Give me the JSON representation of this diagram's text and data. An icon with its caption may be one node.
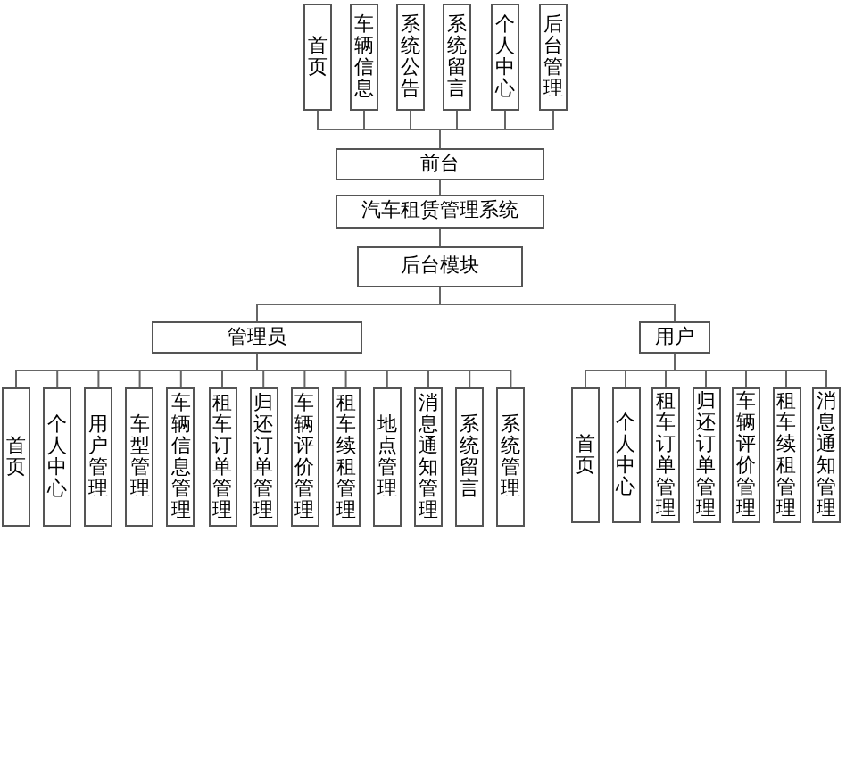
{
  "diagram": {
    "nodes": [
      {
        "text": [
          "首页"
        ]
      },
      {
        "text": [
          "车辆信息"
        ]
      },
      {
        "text": [
          "系统公告"
        ]
      },
      {
        "text": [
          "系统留言"
        ]
      },
      {
        "text": [
          "个人中心"
        ]
      },
      {
        "text": [
          "后台管理"
        ]
      },
      {
        "text": [
          "前台"
        ]
      },
      {
        "text": [
          "汽车租赁管理系统"
        ]
      },
      {
        "text": [
          "后台模块"
        ]
      },
      {
        "text": [
          "管理员"
        ]
      },
      {
        "text": [
          "用户"
        ]
      },
      {
        "text": [
          "首页"
        ]
      },
      {
        "text": [
          "个人中心"
        ]
      },
      {
        "text": [
          "用户管理"
        ]
      },
      {
        "text": [
          "车型管理"
        ]
      },
      {
        "text": [
          "车辆信息管理"
        ]
      },
      {
        "text": [
          "租车订单管理"
        ]
      },
      {
        "text": [
          "归还订单管理"
        ]
      },
      {
        "text": [
          "车辆评价管理"
        ]
      },
      {
        "text": [
          "租车续租管理"
        ]
      },
      {
        "text": [
          "地点管理"
        ]
      },
      {
        "text": [
          "消息通知管理"
        ]
      },
      {
        "text": [
          "系统留言"
        ]
      },
      {
        "text": [
          "系统管理"
        ]
      },
      {
        "text": [
          "首页"
        ]
      },
      {
        "text": [
          "个人中心"
        ]
      },
      {
        "text": [
          "租车订单管理"
        ]
      },
      {
        "text": [
          "归还订单管理"
        ]
      },
      {
        "text": [
          "车辆评价管理"
        ]
      },
      {
        "text": [
          "租车续租管理"
        ]
      },
      {
        "text": [
          "消息通知管理"
        ]
      }
    ],
    "edges": [
      {
        "from": 6,
        "to": 0,
        "arrow": "none"
      },
      {
        "from": 6,
        "to": 1,
        "arrow": "none"
      },
      {
        "from": 6,
        "to": 2,
        "arrow": "none"
      },
      {
        "from": 6,
        "to": 3,
        "arrow": "none"
      },
      {
        "from": 6,
        "to": 4,
        "arrow": "none"
      },
      {
        "from": 6,
        "to": 5,
        "arrow": "none"
      },
      {
        "from": 6,
        "to": 7,
        "arrow": "none"
      },
      {
        "from": 7,
        "to": 8,
        "arrow": "none"
      },
      {
        "from": 8,
        "to": 9,
        "arrow": "none"
      },
      {
        "from": 8,
        "to": 10,
        "arrow": "none"
      },
      {
        "from": 9,
        "to": 11,
        "arrow": "none"
      },
      {
        "from": 9,
        "to": 12,
        "arrow": "none"
      },
      {
        "from": 9,
        "to": 13,
        "arrow": "none"
      },
      {
        "from": 9,
        "to": 14,
        "arrow": "none"
      },
      {
        "from": 9,
        "to": 15,
        "arrow": "none"
      },
      {
        "from": 9,
        "to": 16,
        "arrow": "none"
      },
      {
        "from": 9,
        "to": 17,
        "arrow": "none"
      },
      {
        "from": 9,
        "to": 18,
        "arrow": "none"
      },
      {
        "from": 9,
        "to": 19,
        "arrow": "none"
      },
      {
        "from": 9,
        "to": 20,
        "arrow": "none"
      },
      {
        "from": 9,
        "to": 21,
        "arrow": "none"
      },
      {
        "from": 9,
        "to": 22,
        "arrow": "none"
      },
      {
        "from": 9,
        "to": 23,
        "arrow": "none"
      },
      {
        "from": 10,
        "to": 24,
        "arrow": "none"
      },
      {
        "from": 10,
        "to": 25,
        "arrow": "none"
      },
      {
        "from": 10,
        "to": 26,
        "arrow": "none"
      },
      {
        "from": 10,
        "to": 27,
        "arrow": "none"
      },
      {
        "from": 10,
        "to": 28,
        "arrow": "none"
      },
      {
        "from": 10,
        "to": 29,
        "arrow": "none"
      },
      {
        "from": 10,
        "to": 30,
        "arrow": "none"
      }
    ]
  }
}
